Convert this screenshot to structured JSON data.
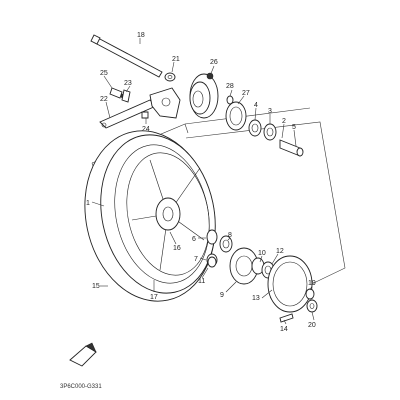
{
  "diagram": {
    "code": "3P6C000-G331",
    "labels": [
      "1",
      "2",
      "3",
      "4",
      "5",
      "6",
      "7",
      "8",
      "9",
      "10",
      "11",
      "12",
      "13",
      "14",
      "15",
      "16",
      "17",
      "18",
      "19",
      "20",
      "21",
      "22",
      "23",
      "24",
      "25",
      "26",
      "27",
      "28"
    ]
  }
}
